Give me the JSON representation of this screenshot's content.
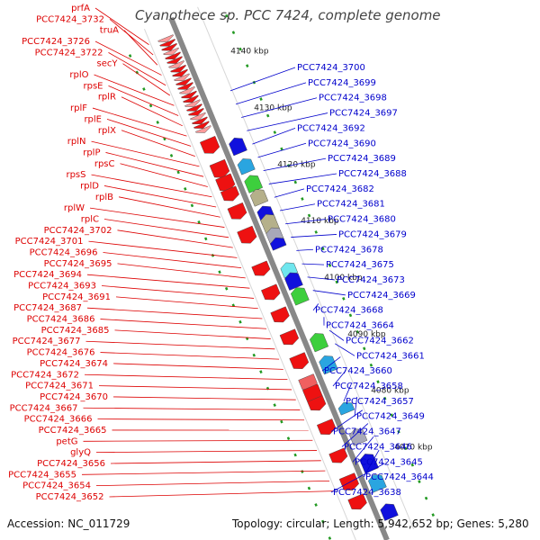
{
  "title": "Cyanothece sp. PCC 7424, complete genome",
  "footer": {
    "accession": "Accession: NC_011729",
    "topology": "Topology: circular; Length: 5,942,652 bp; Genes: 5,280"
  },
  "colors": {
    "forward_strand": "#ee1111",
    "reverse_strand": "#1111dd",
    "backbone": "#888888",
    "tick": "#229922",
    "label_left": "#dd0000",
    "label_right": "#0000cc"
  },
  "scale_labels": [
    "4140 kbp",
    "4130 kbp",
    "4120 kbp",
    "4110 kbp",
    "4100 kbp",
    "4090 kbp",
    "4080 kbp",
    "4070 kbp"
  ],
  "labels_left": [
    "prfA",
    "PCC7424_3732",
    "truA",
    "PCC7424_3726",
    "PCC7424_3722",
    "secY",
    "rplO",
    "rpsE",
    "rplR",
    "rplF",
    "rplE",
    "rplX",
    "rplN",
    "rplP",
    "rpsC",
    "rpsS",
    "rplD",
    "rplB",
    "rplW",
    "rplC",
    "PCC7424_3702",
    "PCC7424_3701",
    "PCC7424_3696",
    "PCC7424_3695",
    "PCC7424_3694",
    "PCC7424_3693",
    "PCC7424_3691",
    "PCC7424_3687",
    "PCC7424_3686",
    "PCC7424_3685",
    "PCC7424_3677",
    "PCC7424_3676",
    "PCC7424_3674",
    "PCC7424_3672",
    "PCC7424_3671",
    "PCC7424_3670",
    "PCC7424_3667",
    "PCC7424_3666",
    "PCC7424_3665",
    "petG",
    "glyQ",
    "PCC7424_3656",
    "PCC7424_3655",
    "PCC7424_3654",
    "PCC7424_3652"
  ],
  "labels_right": [
    "PCC7424_3700",
    "PCC7424_3699",
    "PCC7424_3698",
    "PCC7424_3697",
    "PCC7424_3692",
    "PCC7424_3690",
    "PCC7424_3689",
    "PCC7424_3688",
    "PCC7424_3682",
    "PCC7424_3681",
    "PCC7424_3680",
    "PCC7424_3679",
    "PCC7424_3678",
    "PCC7424_3675",
    "PCC7424_3673",
    "PCC7424_3669",
    "PCC7424_3668",
    "PCC7424_3664",
    "PCC7424_3662",
    "PCC7424_3661",
    "PCC7424_3660",
    "PCC7424_3658",
    "PCC7424_3657",
    "PCC7424_3649",
    "PCC7424_3647",
    "PCC7424_3646",
    "PCC7424_3645",
    "PCC7424_3644",
    "PCC7424_3638"
  ]
}
